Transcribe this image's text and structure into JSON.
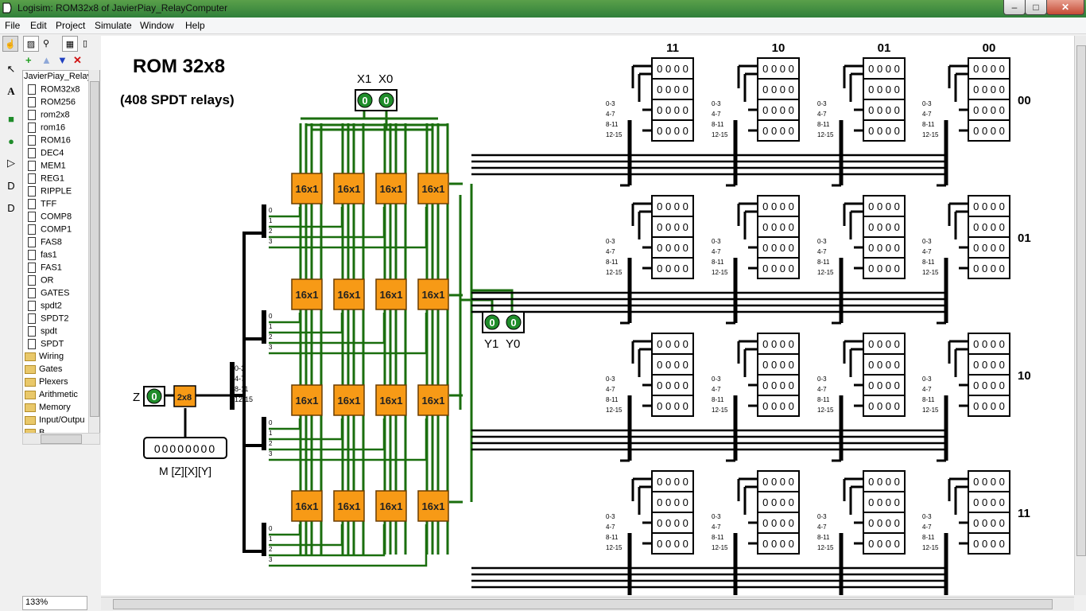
{
  "window": {
    "title": "Logisim: ROM32x8 of JavierPiay_RelayComputer",
    "buttons": {
      "minimize": "–",
      "maximize": "□",
      "close": "✕"
    }
  },
  "menu": [
    "File",
    "Edit",
    "Project",
    "Simulate",
    "Window",
    "Help"
  ],
  "toolbar": {
    "tools": [
      "poke-icon",
      "edit-icon",
      "select-icon",
      "text-icon",
      "grid-icon",
      "layout-icon"
    ],
    "project_tools": [
      "+",
      "▲",
      "▼",
      "✕"
    ]
  },
  "left_tools": [
    "↖",
    "A",
    "■",
    "●",
    "▷",
    "D",
    "D"
  ],
  "explorer": {
    "root": "JavierPiay_Relay",
    "items": [
      "ROM32x8",
      "ROM256",
      "rom2x8",
      "rom16",
      "ROM16",
      "DEC4",
      "MEM1",
      "REG1",
      "RIPPLE",
      "TFF",
      "COMP8",
      "COMP1",
      "FAS8",
      "fas1",
      "FAS1",
      "OR",
      "GATES",
      "spdt2",
      "SPDT2",
      "spdt",
      "SPDT"
    ],
    "folders": [
      "Wiring",
      "Gates",
      "Plexers",
      "Arithmetic",
      "Memory",
      "Input/Outpu",
      "B..."
    ]
  },
  "zoom": "133%",
  "circuit": {
    "title": "ROM 32x8",
    "subtitle": "(408 SPDT relays)",
    "x_labels": [
      "X1",
      "X0"
    ],
    "x_values": [
      "0",
      "0"
    ],
    "y_labels": [
      "Y1",
      "Y0"
    ],
    "y_values": [
      "0",
      "0"
    ],
    "z_label": "Z",
    "z_value": "0",
    "decoder_label": "2x8",
    "mux_label": "16x1",
    "mem_display": "00000000",
    "mem_label": "M [Z][X][Y]",
    "splitter_small": [
      "0",
      "1",
      "2",
      "3"
    ],
    "splitter_big": [
      "0-3",
      "4-7",
      "8-11",
      "12-15"
    ],
    "col_headers": [
      "11",
      "10",
      "01",
      "00"
    ],
    "row_labels": [
      "00",
      "01",
      "10",
      "11"
    ],
    "cell_value": "0 0 0 0",
    "colors": {
      "wire": "#000000",
      "green_wire": "#1a6e0e",
      "mux": "#f79a16",
      "pin_green": "#1f8c2a"
    }
  }
}
